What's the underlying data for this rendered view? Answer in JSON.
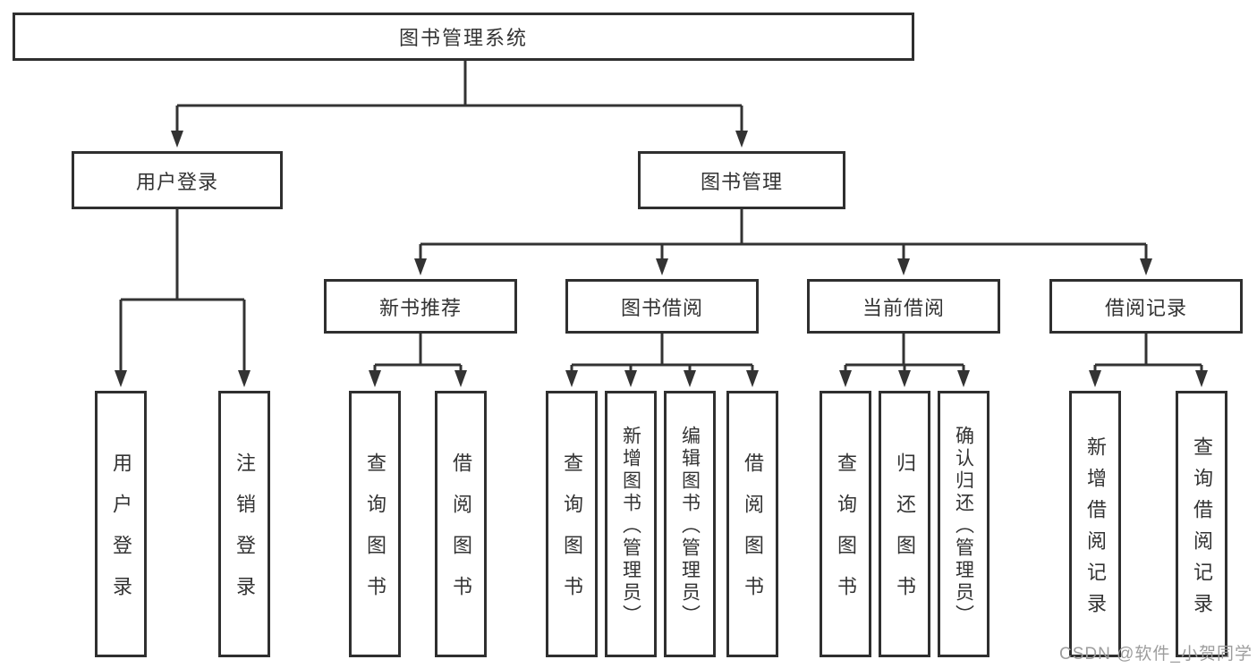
{
  "tree": {
    "root": "图书管理系统",
    "login": {
      "label": "用户登录",
      "children": [
        "用户登录",
        "注销登录"
      ]
    },
    "management": {
      "label": "图书管理",
      "sections": [
        {
          "label": "新书推荐",
          "children": [
            "查询图书",
            "借阅图书"
          ]
        },
        {
          "label": "图书借阅",
          "children": [
            "查询图书",
            "新增图书（管理员）",
            "编辑图书（管理员）",
            "借阅图书"
          ]
        },
        {
          "label": "当前借阅",
          "children": [
            "查询图书",
            "归还图书",
            "确认归还（管理员）"
          ]
        },
        {
          "label": "借阅记录",
          "children": [
            "新增借阅记录",
            "查询借阅记录"
          ]
        }
      ]
    }
  },
  "watermark": "CSDN @软件_小贺同学",
  "colors": {
    "line": "#333333",
    "box_border": "#2f2f2f",
    "text": "#333333",
    "watermark": "#9d9d9d",
    "background": "#ffffff"
  }
}
